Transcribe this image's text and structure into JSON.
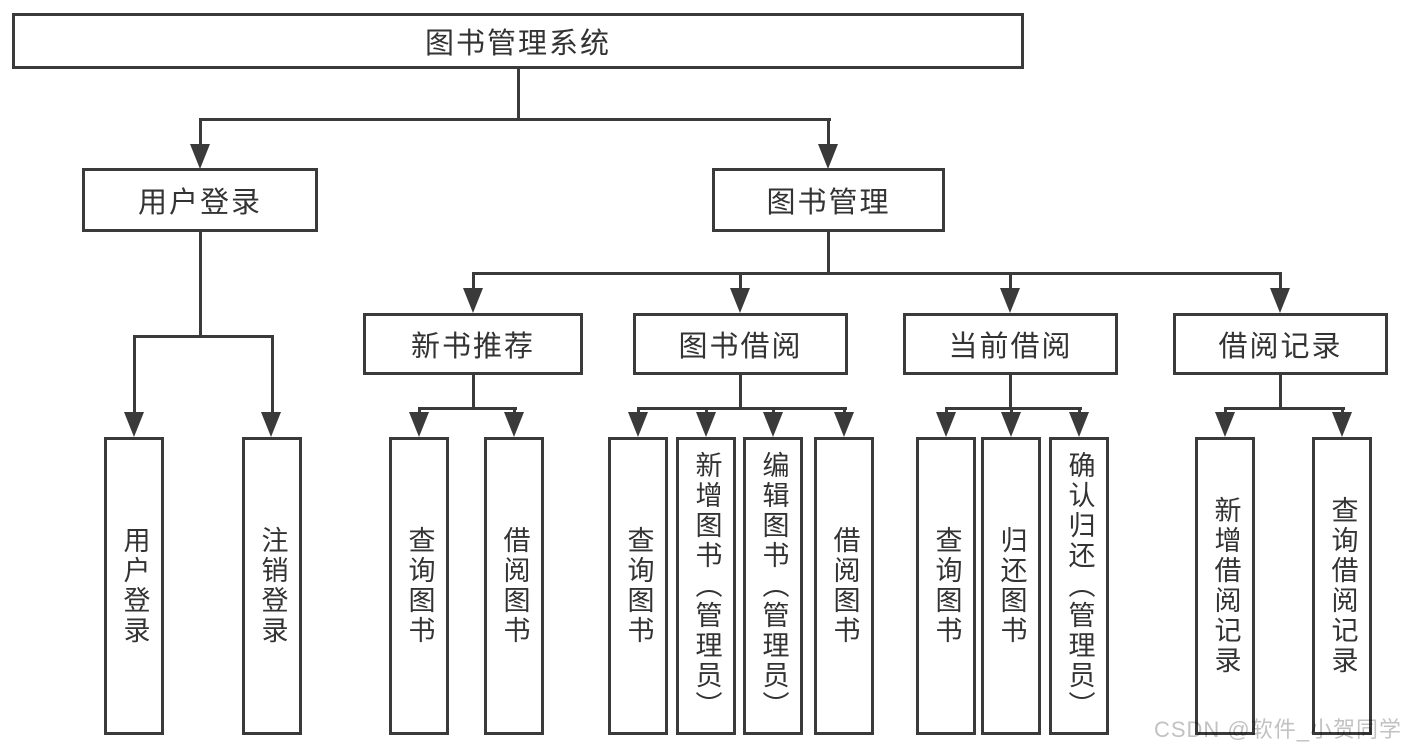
{
  "diagram": {
    "type": "hierarchy-chart",
    "root": {
      "label": "图书管理系统"
    },
    "branches": [
      {
        "label": "用户登录",
        "children": [
          {
            "label": "用户登录"
          },
          {
            "label": "注销登录"
          }
        ]
      },
      {
        "label": "图书管理",
        "children": [
          {
            "label": "新书推荐",
            "children": [
              {
                "label": "查询图书"
              },
              {
                "label": "借阅图书"
              }
            ]
          },
          {
            "label": "图书借阅",
            "children": [
              {
                "label": "查询图书"
              },
              {
                "label": "新增图书（管理员）"
              },
              {
                "label": "编辑图书（管理员）"
              },
              {
                "label": "借阅图书"
              }
            ]
          },
          {
            "label": "当前借阅",
            "children": [
              {
                "label": "查询图书"
              },
              {
                "label": "归还图书"
              },
              {
                "label": "确认归还（管理员）"
              }
            ]
          },
          {
            "label": "借阅记录",
            "children": [
              {
                "label": "新增借阅记录"
              },
              {
                "label": "查询借阅记录"
              }
            ]
          }
        ]
      }
    ],
    "watermark": "CSDN @软件_小贺同学",
    "colors": {
      "line": "#3a3a3a",
      "text": "#333333",
      "background": "#ffffff",
      "watermark": "#c2c2c2"
    }
  }
}
